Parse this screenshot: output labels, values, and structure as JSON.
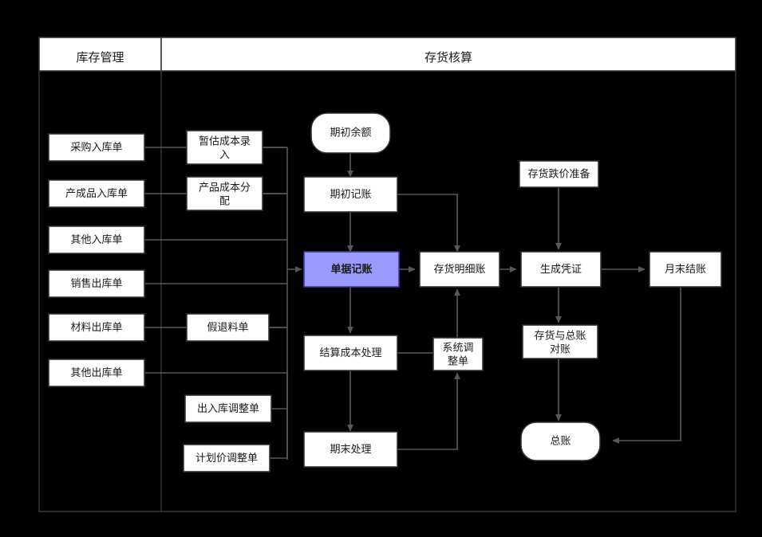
{
  "diagram": {
    "title_bar": {
      "left_label": "库存管理",
      "right_label": "存货核算"
    },
    "colors": {
      "background": "#000000",
      "node_fill": "#ffffff",
      "node_stroke": "#333333",
      "highlight_fill": "#9999ff",
      "highlight_stroke": "#3d3d8f",
      "connector": "#595959",
      "text": "#1a1a1a"
    },
    "source_documents": [
      {
        "id": "src1",
        "label": "采购入库单"
      },
      {
        "id": "src2",
        "label": "产成品入库单"
      },
      {
        "id": "src3",
        "label": "其他入库单"
      },
      {
        "id": "src4",
        "label": "销售出库单"
      },
      {
        "id": "src5",
        "label": "材料出库单"
      },
      {
        "id": "src6",
        "label": "其他出库单"
      }
    ],
    "cost_documents": [
      {
        "id": "c1",
        "label": "暂估成本录入",
        "line1": "暂估成本录",
        "line2": "入"
      },
      {
        "id": "c2",
        "label": "产品成本分配",
        "line1": "产品成本分",
        "line2": "配"
      },
      {
        "id": "c3",
        "label": "假退料单",
        "line1": "假退料单",
        "line2": ""
      },
      {
        "id": "c4",
        "label": "出入库调整单",
        "line1": "出入库调整单",
        "line2": ""
      },
      {
        "id": "c5",
        "label": "计划价调整单",
        "line1": "计划价调整单",
        "line2": ""
      }
    ],
    "process_nodes": [
      {
        "id": "p_open_balance",
        "label": "期初余额",
        "shape": "rounded"
      },
      {
        "id": "p_open_posting",
        "label": "期初记账",
        "shape": "rect"
      },
      {
        "id": "p_doc_posting",
        "label": "单据记账",
        "shape": "rect",
        "highlight": true
      },
      {
        "id": "p_inv_ledger",
        "label": "存货明细账",
        "shape": "rect"
      },
      {
        "id": "p_gen_voucher",
        "label": "生成凭证",
        "shape": "rect"
      },
      {
        "id": "p_month_close",
        "label": "月末结账",
        "shape": "rect"
      },
      {
        "id": "p_inv_write_down",
        "label": "存货跌价准备",
        "shape": "rect"
      },
      {
        "id": "p_settle_cost",
        "label": "结算成本处理",
        "shape": "rect"
      },
      {
        "id": "p_sys_adjust",
        "label": "系统调整单",
        "line1": "系统调",
        "line2": "整单",
        "shape": "rect"
      },
      {
        "id": "p_period_end",
        "label": "期末处理",
        "shape": "rect"
      },
      {
        "id": "p_recon",
        "label": "存货与总账对账",
        "line1": "存货与总账",
        "line2": "对账",
        "shape": "rect"
      },
      {
        "id": "p_general_ledger",
        "label": "总账",
        "shape": "rounded"
      }
    ],
    "flow_edges": [
      {
        "from": "source_documents_bus",
        "to": "p_doc_posting"
      },
      {
        "from": "cost_documents_bus",
        "to": "p_doc_posting"
      },
      {
        "from": "p_open_balance",
        "to": "p_open_posting"
      },
      {
        "from": "p_open_posting",
        "to": "p_doc_posting"
      },
      {
        "from": "p_open_posting",
        "to": "p_inv_ledger"
      },
      {
        "from": "p_doc_posting",
        "to": "p_inv_ledger"
      },
      {
        "from": "p_inv_ledger",
        "to": "p_gen_voucher"
      },
      {
        "from": "p_gen_voucher",
        "to": "p_month_close"
      },
      {
        "from": "p_inv_write_down",
        "to": "p_gen_voucher"
      },
      {
        "from": "p_gen_voucher",
        "to": "p_recon"
      },
      {
        "from": "p_recon",
        "to": "p_general_ledger"
      },
      {
        "from": "p_month_close",
        "to": "p_general_ledger"
      },
      {
        "from": "p_doc_posting",
        "to": "p_settle_cost"
      },
      {
        "from": "p_settle_cost",
        "to": "p_sys_adjust"
      },
      {
        "from": "p_settle_cost",
        "to": "p_period_end"
      },
      {
        "from": "p_period_end",
        "to": "p_sys_adjust"
      },
      {
        "from": "p_sys_adjust",
        "to": "p_inv_ledger"
      }
    ]
  }
}
